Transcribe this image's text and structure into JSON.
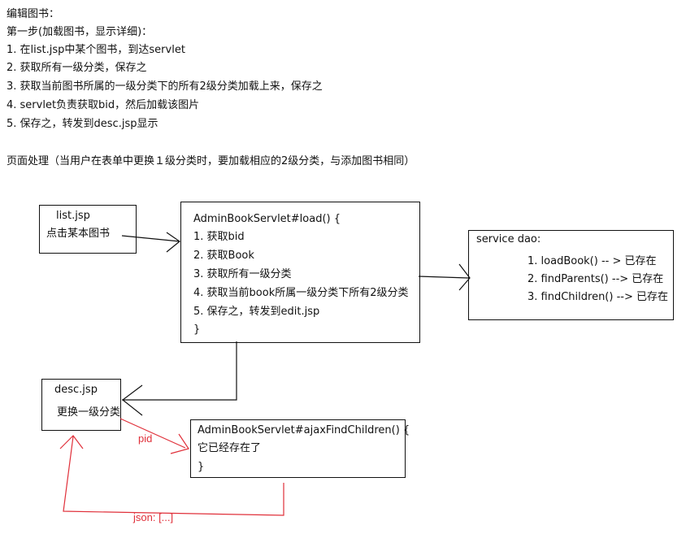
{
  "notes": {
    "title": "编辑图书：",
    "step1": "第一步(加载图书，显示详细)：",
    "items": [
      "1. 在list.jsp中某个图书，到达servlet",
      "2. 获取所有一级分类，保存之",
      "3. 获取当前图书所属的一级分类下的所有2级分类加载上来，保存之",
      "4. servlet负责获取bid，然后加载该图片",
      "5. 保存之，转发到desc.jsp显示"
    ],
    "page_handling": "页面处理（当用户在表单中更换１级分类时，要加载相应的2级分类，与添加图书相同）"
  },
  "list_box": {
    "title": "list.jsp",
    "label": "点击某本图书"
  },
  "servlet_box": {
    "header": "AdminBookServlet#load() {",
    "lines": [
      "1. 获取bid",
      "2. 获取Book",
      "3. 获取所有一级分类",
      "4. 获取当前book所属一级分类下所有2级分类",
      "5. 保存之，转发到edit.jsp"
    ],
    "footer": "}"
  },
  "service_box": {
    "title": "service   dao:",
    "lines": [
      "1. loadBook() -- >  已存在",
      "2. findParents() --> 已存在",
      "3. findChildren() --> 已存在"
    ]
  },
  "desc_box": {
    "title": "desc.jsp",
    "label": "更换一级分类"
  },
  "ajax_box": {
    "header": "AdminBookServlet#ajaxFindChildren() {",
    "line": "它已经存在了",
    "footer": "}"
  },
  "labels": {
    "pid": "pid",
    "json": "json: [...]"
  },
  "colors": {
    "ink": "#111111",
    "red": "#e0303a"
  }
}
